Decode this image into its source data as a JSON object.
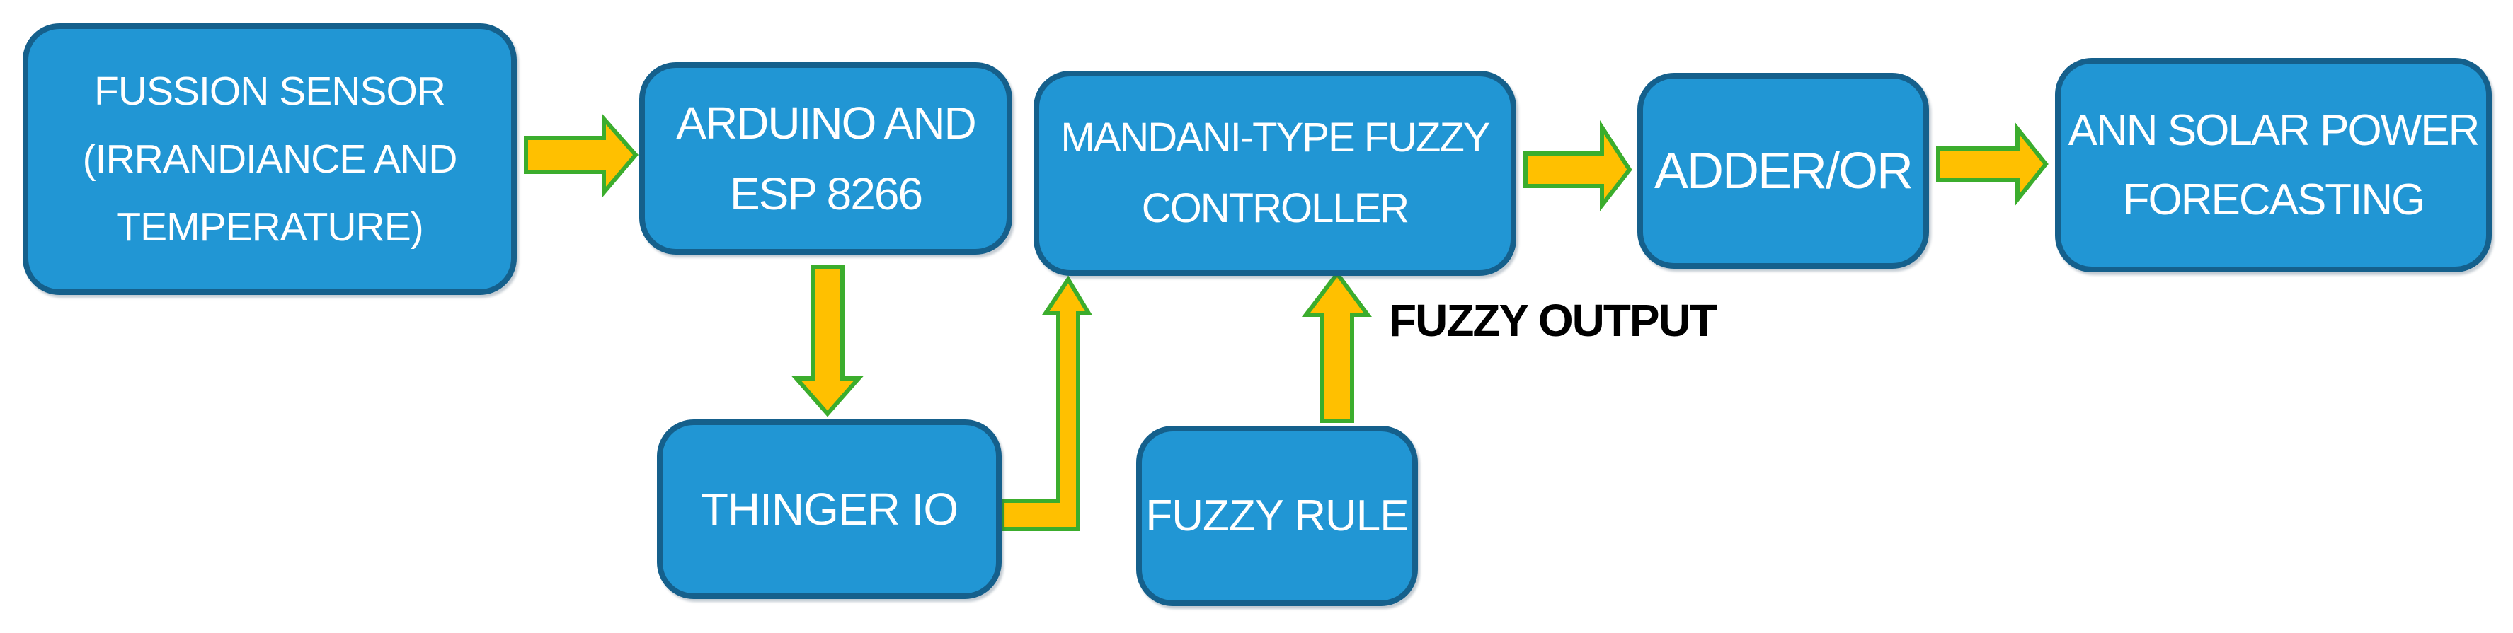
{
  "colors": {
    "background": "#FFFFFF",
    "box_fill": "#2196D4",
    "box_border": "#15608C",
    "box_text": "#FFFFFF",
    "arrow_fill": "#FFC000",
    "arrow_border": "#3BAD2D",
    "label_text": "#000000"
  },
  "boxes": {
    "fussion": {
      "lines": [
        "FUSSION SENSOR",
        "(IRRANDIANCE AND",
        "TEMPERATURE)"
      ],
      "full_label": "FUSSION SENSOR (IRRANDIANCE AND TEMPERATURE)"
    },
    "arduino": {
      "lines": [
        "ARDUINO AND",
        "ESP 8266"
      ],
      "full_label": "ARDUINO AND ESP 8266"
    },
    "mandani": {
      "lines": [
        "MANDANI-TYPE FUZZY",
        "CONTROLLER"
      ],
      "full_label": "MANDANI-TYPE FUZZY CONTROLLER"
    },
    "adder": {
      "lines": [
        "ADDER/OR"
      ],
      "full_label": "ADDER/OR"
    },
    "ann": {
      "lines": [
        "ANN SOLAR POWER",
        "FORECASTING"
      ],
      "full_label": "ANN SOLAR POWER FORECASTING"
    },
    "thinger": {
      "lines": [
        "THINGER IO"
      ],
      "full_label": "THINGER IO"
    },
    "fuzzy_rule": {
      "lines": [
        "FUZZY RULE"
      ],
      "full_label": "FUZZY RULE"
    }
  },
  "labels": {
    "fuzzy_output": "FUZZY OUTPUT"
  },
  "connections": [
    {
      "from": "FUSSION SENSOR (IRRANDIANCE AND TEMPERATURE)",
      "to": "ARDUINO AND ESP 8266",
      "direction": "right"
    },
    {
      "from": "ARDUINO AND ESP 8266",
      "to": "THINGER IO",
      "direction": "down"
    },
    {
      "from": "THINGER IO",
      "to": "MANDANI-TYPE FUZZY CONTROLLER",
      "direction": "right-then-up-elbow"
    },
    {
      "from": "FUZZY RULE",
      "to": "MANDANI-TYPE FUZZY CONTROLLER",
      "direction": "up",
      "nearby_label": "FUZZY OUTPUT"
    },
    {
      "from": "MANDANI-TYPE FUZZY CONTROLLER",
      "to": "ADDER/OR",
      "direction": "right"
    },
    {
      "from": "ADDER/OR",
      "to": "ANN SOLAR POWER FORECASTING",
      "direction": "right"
    }
  ]
}
